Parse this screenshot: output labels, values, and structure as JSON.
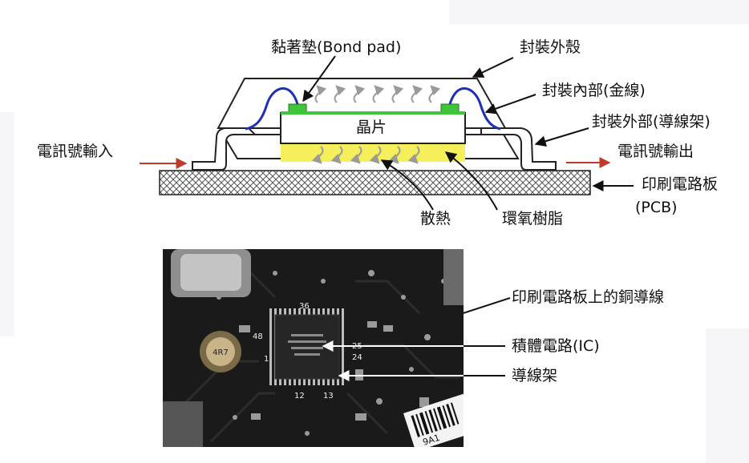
{
  "top_diagram": {
    "labels": {
      "bond_pad": "黏著墊(Bond pad)",
      "package_shell": "封裝外殼",
      "package_inner": "封裝內部(金線)",
      "package_outer": "封裝外部(導線架)",
      "signal_in": "電訊號輸入",
      "signal_out": "電訊號輸出",
      "pcb": "印刷電路板",
      "pcb_abbr": "(PCB)",
      "chip": "晶片",
      "heat": "散熱",
      "epoxy": "環氧樹脂"
    },
    "colors": {
      "gold_wire": "#1f2fb8",
      "bond_pad": "#3fc43a",
      "epoxy": "#f4ef5a",
      "signal_arrow": "#c0392b",
      "heat_arrow": "#9a9a9a"
    }
  },
  "photo": {
    "labels": {
      "copper_trace": "印刷電路板上的銅導線",
      "ic": "積體電路(IC)",
      "lead_frame": "導線架"
    },
    "component_marking": "4R7",
    "pin_numbers": [
      "36",
      "25",
      "24",
      "48",
      "1",
      "12",
      "13"
    ],
    "barcode_text": "9A1"
  }
}
